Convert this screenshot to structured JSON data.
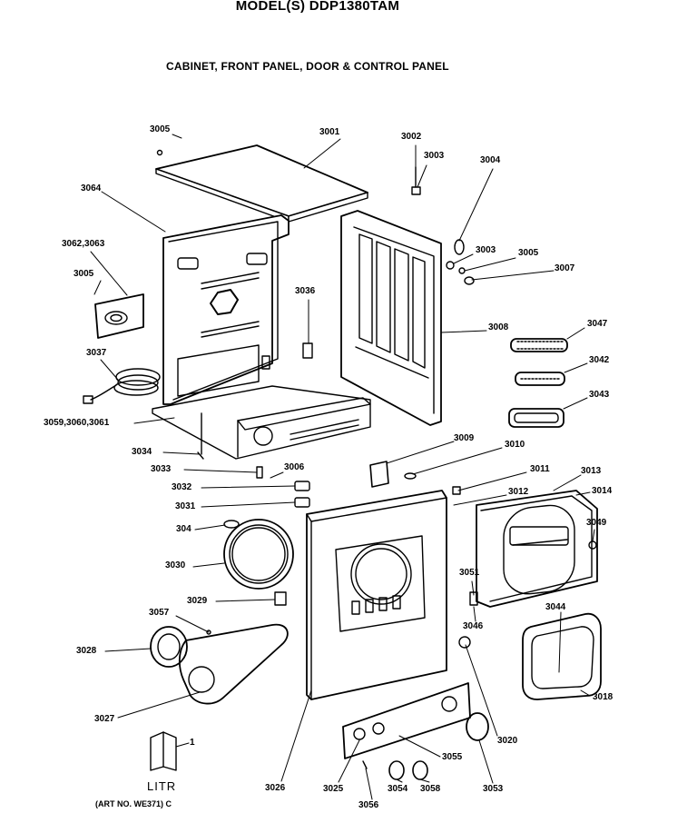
{
  "header": {
    "title": "MODEL(S) DDP1380TAM",
    "subtitle": "CABINET, FRONT PANEL, DOOR & CONTROL PANEL"
  },
  "footer": {
    "art_number": "(ART NO. WE371) C",
    "literature_label": "LITR"
  },
  "parts": [
    {
      "id": "p3005a",
      "label": "3005"
    },
    {
      "id": "p3001",
      "label": "3001"
    },
    {
      "id": "p3002",
      "label": "3002"
    },
    {
      "id": "p3003a",
      "label": "3003"
    },
    {
      "id": "p3004",
      "label": "3004"
    },
    {
      "id": "p3064",
      "label": "3064"
    },
    {
      "id": "p3062",
      "label": "3062,3063"
    },
    {
      "id": "p3005b",
      "label": "3005"
    },
    {
      "id": "p3036",
      "label": "3036"
    },
    {
      "id": "p3003b",
      "label": "3003"
    },
    {
      "id": "p3005c",
      "label": "3005"
    },
    {
      "id": "p3007",
      "label": "3007"
    },
    {
      "id": "p3008",
      "label": "3008"
    },
    {
      "id": "p3047",
      "label": "3047"
    },
    {
      "id": "p3037",
      "label": "3037"
    },
    {
      "id": "p3042",
      "label": "3042"
    },
    {
      "id": "p3043",
      "label": "3043"
    },
    {
      "id": "p3059",
      "label": "3059,3060,3061"
    },
    {
      "id": "p3009",
      "label": "3009"
    },
    {
      "id": "p3010",
      "label": "3010"
    },
    {
      "id": "p3034",
      "label": "3034"
    },
    {
      "id": "p3033",
      "label": "3033"
    },
    {
      "id": "p3006",
      "label": "3006"
    },
    {
      "id": "p3011",
      "label": "3011"
    },
    {
      "id": "p3013",
      "label": "3013"
    },
    {
      "id": "p3032",
      "label": "3032"
    },
    {
      "id": "p3012",
      "label": "3012"
    },
    {
      "id": "p3014",
      "label": "3014"
    },
    {
      "id": "p3031",
      "label": "3031"
    },
    {
      "id": "p304",
      "label": "304"
    },
    {
      "id": "p3049",
      "label": "3049"
    },
    {
      "id": "p3030",
      "label": "3030"
    },
    {
      "id": "p3051",
      "label": "3051"
    },
    {
      "id": "p3029",
      "label": "3029"
    },
    {
      "id": "p3046",
      "label": "3046"
    },
    {
      "id": "p3044",
      "label": "3044"
    },
    {
      "id": "p3057",
      "label": "3057"
    },
    {
      "id": "p3028",
      "label": "3028"
    },
    {
      "id": "p3018",
      "label": "3018"
    },
    {
      "id": "p3027",
      "label": "3027"
    },
    {
      "id": "p3020",
      "label": "3020"
    },
    {
      "id": "p3055",
      "label": "3055"
    },
    {
      "id": "p1",
      "label": "1"
    },
    {
      "id": "p3026",
      "label": "3026"
    },
    {
      "id": "p3025",
      "label": "3025"
    },
    {
      "id": "p3054",
      "label": "3054"
    },
    {
      "id": "p3058",
      "label": "3058"
    },
    {
      "id": "p3053",
      "label": "3053"
    },
    {
      "id": "p3056",
      "label": "3056"
    }
  ]
}
